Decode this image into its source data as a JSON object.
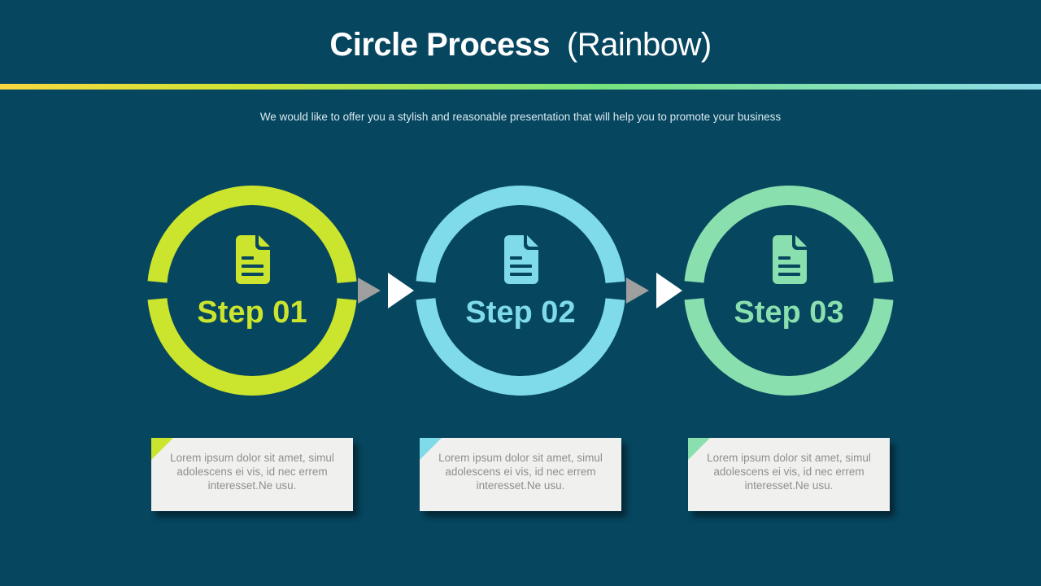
{
  "theme": {
    "background": "#06465f",
    "title_color": "#ffffff",
    "subtitle_color": "#d9e9ef",
    "header_rule_gradient": [
      "#f8d840",
      "#cde434",
      "#76e47e",
      "#8edce9"
    ],
    "arrow_gray": "#9f9f9f",
    "arrow_white": "#ffffff",
    "card_background": "#f0f0ee",
    "card_text_color": "#8f8f8f"
  },
  "header": {
    "title_bold": "Circle Process",
    "title_regular": "(Rainbow)",
    "subtitle": "We would like to offer you a stylish and reasonable presentation that will help you to promote your business"
  },
  "connector": {
    "icon": "double-right-arrows"
  },
  "steps": [
    {
      "label": "Step 01",
      "color": "#cbe42d",
      "icon": "document-icon",
      "description": "Lorem ipsum dolor sit amet, simul adolescens ei vis, id nec errem interesset.Ne usu."
    },
    {
      "label": "Step 02",
      "color": "#7fdbe8",
      "icon": "document-icon",
      "description": "Lorem ipsum dolor sit amet, simul adolescens ei vis, id nec errem interesset.Ne usu."
    },
    {
      "label": "Step 03",
      "color": "#8adfae",
      "icon": "document-icon",
      "description": "Lorem ipsum dolor sit amet, simul adolescens ei vis, id nec errem interesset.Ne usu."
    }
  ]
}
